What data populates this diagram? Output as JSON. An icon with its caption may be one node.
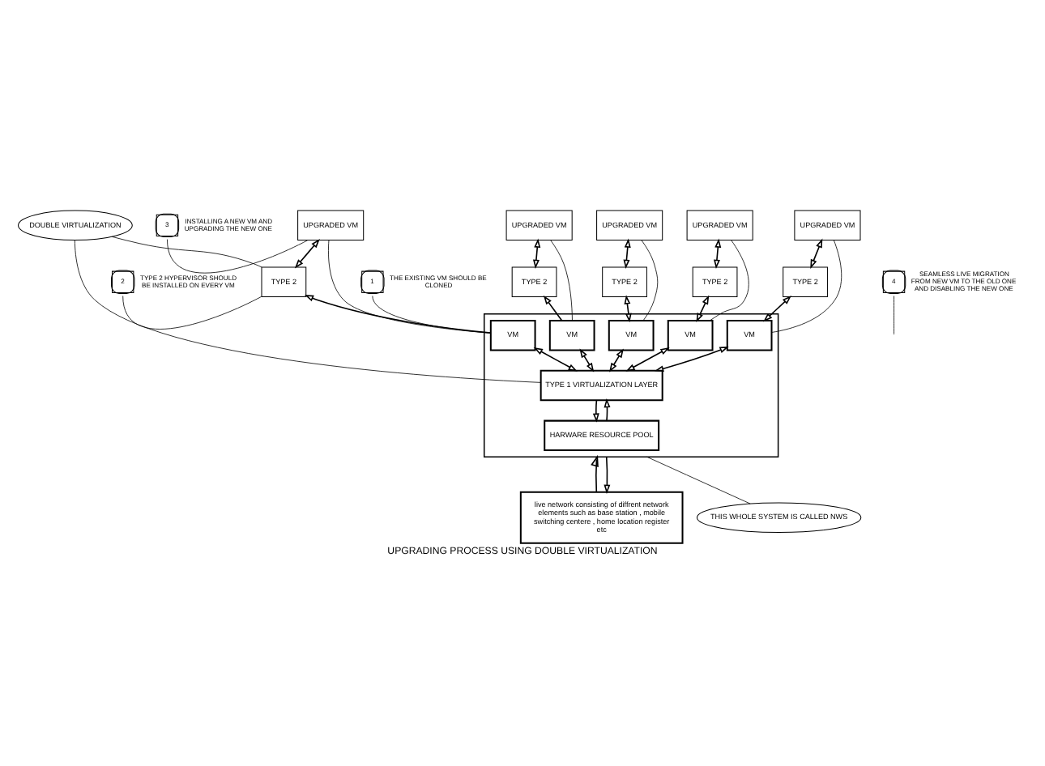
{
  "diagram": {
    "caption": "UPGRADING PROCESS USING DOUBLE VIRTUALIZATION",
    "nodes": [
      {
        "text": [],
        "shape": "box"
      },
      {
        "text": [
          "UPGRADED VM"
        ]
      },
      {
        "text": [
          "UPGRADED VM"
        ]
      },
      {
        "text": [
          "UPGRADED VM"
        ]
      },
      {
        "text": [
          "UPGRADED VM"
        ]
      },
      {
        "text": [
          "UPGRADED VM"
        ]
      },
      {
        "text": [
          "TYPE 2"
        ]
      },
      {
        "text": [
          "TYPE 2"
        ]
      },
      {
        "text": [
          "TYPE 2"
        ]
      },
      {
        "text": [
          "TYPE 2"
        ]
      },
      {
        "text": [
          "TYPE 2"
        ]
      },
      {
        "text": [
          "VM"
        ],
        "in": 0
      },
      {
        "text": [
          "VM"
        ],
        "in": 0
      },
      {
        "text": [
          "VM"
        ],
        "in": 0
      },
      {
        "text": [
          "VM"
        ],
        "in": 0
      },
      {
        "text": [
          "VM"
        ],
        "in": 0
      },
      {
        "text": [
          "TYPE 1 VIRTUALIZATION LAYER"
        ],
        "in": 0
      },
      {
        "text": [
          "HARWARE RESOURCE POOL"
        ],
        "in": 0
      },
      {
        "text": [
          "live network consisting of diffrent network elements such as base station , mobile switching centere , home location register etc"
        ]
      },
      {
        "text": [
          "3"
        ],
        "beside": [
          "INSTALLING A NEW VM AND UPGRADING THE NEW ONE"
        ]
      },
      {
        "text": [
          "2"
        ],
        "beside": [
          "TYPE 2 HYPERVISOR SHOULD BE INSTALLED ON EVERY VM"
        ]
      },
      {
        "text": [
          "1"
        ],
        "beside": [
          "THE EXISTING VM SHOULD BE CLONED"
        ]
      },
      {
        "text": [
          "DOUBLE VIRTUALIZATION"
        ]
      },
      {
        "text": [
          "THIS WHOLE SYSTEM IS CALLED NWS"
        ]
      },
      {
        "text": [
          "4"
        ],
        "beside": [
          "SEAMLESS LIVE MIGRATION FROM NEW VM TO THE OLD ONE AND DISABLING THE NEW ONE"
        ]
      }
    ],
    "edges": [
      {
        "from": 1,
        "to": 6,
        "arrow": "both"
      },
      {
        "from": 2,
        "to": 7,
        "arrow": "both"
      },
      {
        "from": 3,
        "to": 8,
        "arrow": "both"
      },
      {
        "from": 4,
        "to": 9,
        "arrow": "both"
      },
      {
        "from": 5,
        "to": 10,
        "arrow": "both"
      },
      {
        "from": 6,
        "to": 11,
        "arrow": "both"
      },
      {
        "from": 7,
        "to": 12,
        "arrow": "both"
      },
      {
        "from": 13,
        "to": 8,
        "arrow": "to"
      },
      {
        "from": 9,
        "to": 14,
        "arrow": "both"
      },
      {
        "from": 15,
        "to": 10,
        "arrow": "to"
      },
      {
        "from": 11,
        "to": 16,
        "arrow": "both"
      },
      {
        "from": 12,
        "to": 16,
        "arrow": "both"
      },
      {
        "from": 13,
        "to": 16,
        "arrow": "both"
      },
      {
        "from": 14,
        "to": 16,
        "arrow": "both"
      },
      {
        "from": 15,
        "to": 16,
        "arrow": "both"
      },
      {
        "from": 16,
        "to": 17,
        "arrow": "to"
      },
      {
        "from": 17,
        "to": 16,
        "arrow": "to"
      },
      {
        "from": 18,
        "to": 0,
        "arrow": "to"
      },
      {
        "from": 0,
        "to": 18,
        "arrow": "to"
      },
      {
        "from": 1,
        "to": 11,
        "arrow": "none"
      },
      {
        "from": 2,
        "to": 12,
        "arrow": "none"
      },
      {
        "from": 3,
        "to": 13,
        "arrow": "none"
      },
      {
        "from": 4,
        "to": 14,
        "arrow": "none"
      },
      {
        "from": 5,
        "to": 15,
        "arrow": "none"
      },
      {
        "from": 19,
        "to": 5,
        "arrow": "none"
      },
      {
        "from": 20,
        "to": 10,
        "arrow": "none"
      },
      {
        "from": 21,
        "to": 15,
        "arrow": "none"
      },
      {
        "from": 22,
        "to": 10,
        "arrow": "none"
      },
      {
        "from": 22,
        "to": 16,
        "arrow": "none"
      },
      {
        "from": 23,
        "to": 0,
        "arrow": "none"
      },
      {
        "from": 24,
        "to": null,
        "arrow": "none"
      }
    ]
  }
}
